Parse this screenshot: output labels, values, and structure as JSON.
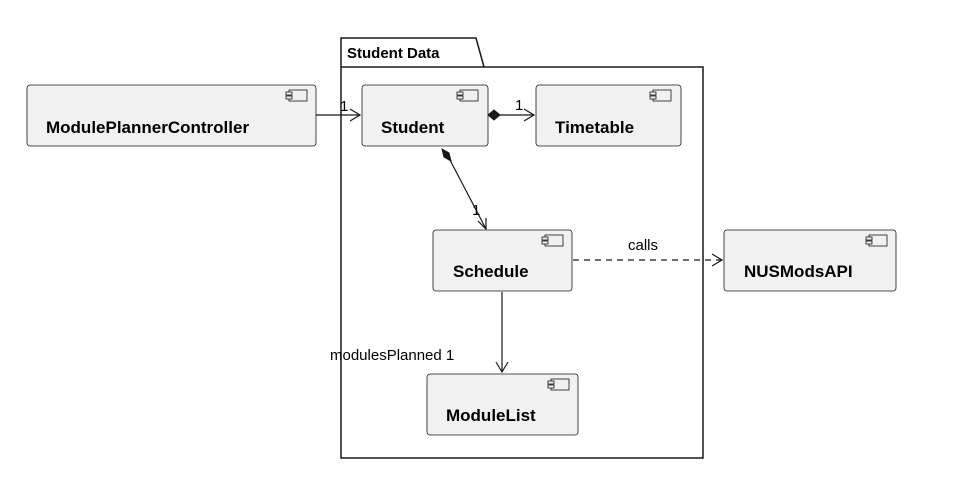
{
  "package": {
    "title": "Student Data"
  },
  "components": {
    "controller": "ModulePlannerController",
    "student": "Student",
    "timetable": "Timetable",
    "schedule": "Schedule",
    "modulelist": "ModuleList",
    "api": "NUSModsAPI"
  },
  "edges": {
    "controller_student_mult": "1",
    "student_timetable_mult": "1",
    "student_schedule_mult": "1",
    "schedule_api_label": "calls",
    "schedule_modulelist_label": "modulesPlanned 1"
  }
}
